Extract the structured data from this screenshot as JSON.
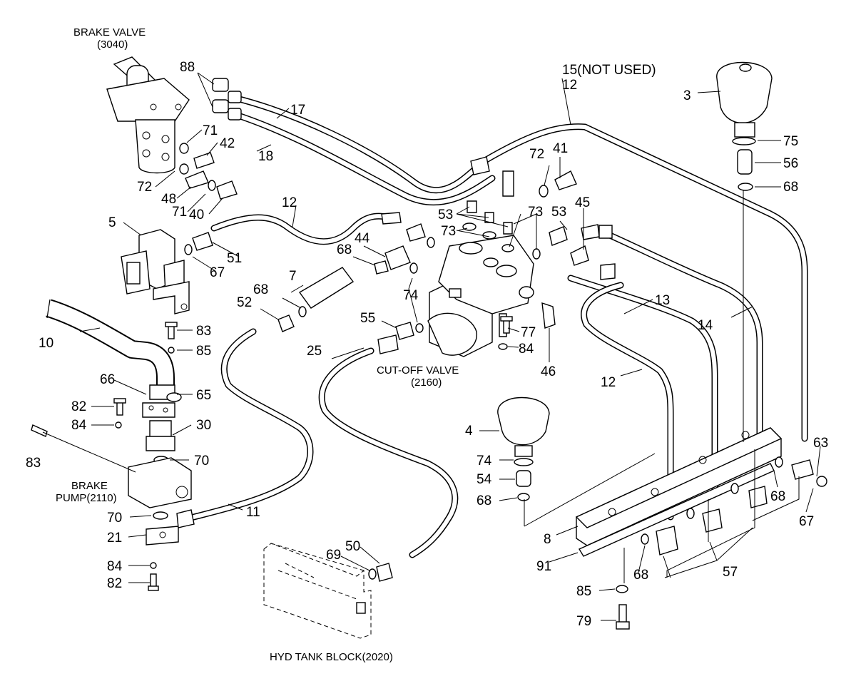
{
  "labels": {
    "brake_valve_name": "BRAKE VALVE",
    "brake_valve_code": "(3040)",
    "not_used": "15(NOT USED)",
    "cutoff_name": "CUT-OFF VALVE",
    "cutoff_code": "(2160)",
    "brake_pump_name": "BRAKE",
    "brake_pump_code": "PUMP(2110)",
    "hyd_tank": "HYD TANK BLOCK(2020)"
  },
  "callouts": {
    "n88": "88",
    "n17": "17",
    "n18": "18",
    "n12a": "12",
    "n12b": "12",
    "n12c": "12",
    "n3": "3",
    "n75": "75",
    "n56": "56",
    "n68a": "68",
    "n71a": "71",
    "n42": "42",
    "n72a": "72",
    "n48": "48",
    "n71b": "71",
    "n40": "40",
    "n72b": "72",
    "n41": "41",
    "n53a": "53",
    "n73a": "73",
    "n73b": "73",
    "n53b": "53",
    "n45": "45",
    "n5": "5",
    "n51": "51",
    "n67a": "67",
    "n44": "44",
    "n68b": "68",
    "n7": "7",
    "n74a": "74",
    "n68c": "68",
    "n52": "52",
    "n55": "55",
    "n77": "77",
    "n84a": "84",
    "n46": "46",
    "n13": "13",
    "n14": "14",
    "n10": "10",
    "n83a": "83",
    "n85a": "85",
    "n66": "66",
    "n65": "65",
    "n82a": "82",
    "n84b": "84",
    "n30": "30",
    "n83b": "83",
    "n70a": "70",
    "n25": "25",
    "n11": "11",
    "n70b": "70",
    "n21": "21",
    "n84c": "84",
    "n82b": "82",
    "n4": "4",
    "n74b": "74",
    "n54": "54",
    "n68d": "68",
    "n63": "63",
    "n68e": "68",
    "n67b": "67",
    "n8": "8",
    "n91": "91",
    "n68f": "68",
    "n57": "57",
    "n85b": "85",
    "n79": "79",
    "n69": "69",
    "n50": "50"
  }
}
